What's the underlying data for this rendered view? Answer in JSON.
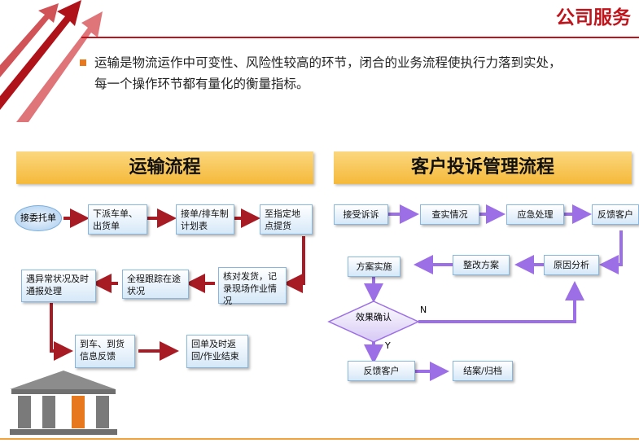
{
  "header": {
    "title": "公司服务",
    "intro_line1": "运输是物流运作中可变性、风险性较高的环节，闭合的业务流程使执行力落到实处，",
    "intro_line2": "每一个操作环节都有量化的衡量指标。"
  },
  "transport_flow": {
    "title": "运输流程",
    "steps": [
      "接委托单",
      "下派车单、出货单",
      "接单/排车制计划表",
      "至指定地点提货",
      "核对发货，记录现场作业情况",
      "全程跟踪在途状况",
      "遇异常状况及时通报处理",
      "到车、到货信息反馈",
      "回单及时返回/作业结束"
    ]
  },
  "complaint_flow": {
    "title": "客户投诉管理流程",
    "steps": [
      "接受诉诉",
      "查实情况",
      "应急处理",
      "反馈客户",
      "原因分析",
      "整改方案",
      "方案实施",
      "效果确认",
      "反馈客户",
      "结案/归档"
    ],
    "no_label": "N",
    "yes_label": "Y"
  },
  "colors": {
    "accent_red": "#c0141c",
    "transport_arrow": "#a71c24",
    "complaint_arrow": "#9d6fe6",
    "banner_gold": "#f5b93a"
  }
}
